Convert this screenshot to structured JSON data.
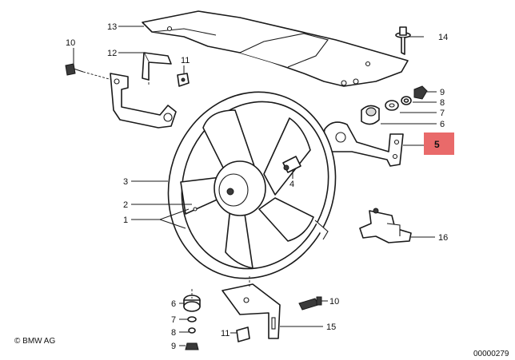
{
  "callouts": {
    "c1": "1",
    "c2": "2",
    "c3": "3",
    "c4": "4",
    "c5": "5",
    "c6_top": "6",
    "c7_top": "7",
    "c8_top": "8",
    "c9_top": "9",
    "c10_top": "10",
    "c11_top": "11",
    "c12": "12",
    "c13": "13",
    "c14": "14",
    "c15": "15",
    "c16": "16",
    "c6_bot": "6",
    "c7_bot": "7",
    "c8_bot": "8",
    "c9_bot": "9",
    "c10_bot": "10",
    "c11_bot": "11"
  },
  "highlight": {
    "part": "5",
    "color": "#e96a6a"
  },
  "footer": {
    "copyright": "© BMW AG",
    "drawing_number": "00000279"
  }
}
